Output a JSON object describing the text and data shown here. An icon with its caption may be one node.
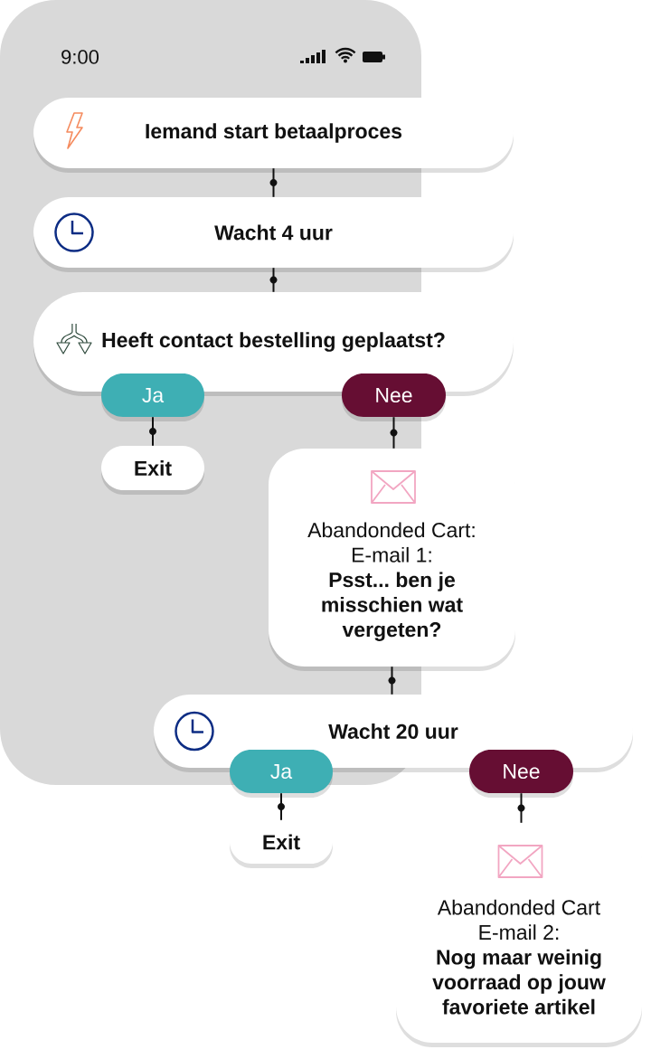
{
  "diagram": {
    "nodes": [
      {
        "text": [
          "Iemand start betaalproces"
        ]
      },
      {
        "text": [
          "Wacht 4 uur"
        ]
      },
      {
        "text": [
          "Heeft contact bestelling geplaatst?"
        ]
      },
      {
        "text": [
          "Ja"
        ]
      },
      {
        "text": [
          "Nee"
        ]
      },
      {
        "text": [
          "Exit"
        ]
      },
      {
        "text": [
          "Abandonded Cart: E-mail 1:",
          "Psst... ben je misschien wat vergeten?"
        ]
      },
      {
        "text": [
          "Wacht 20 uur"
        ]
      },
      {
        "text": [
          "Ja"
        ]
      },
      {
        "text": [
          "Nee"
        ]
      },
      {
        "text": [
          "Exit"
        ]
      },
      {
        "text": [
          "Abandonded Cart E-mail 2:",
          "Nog maar weinig voorraad op jouw favoriete artikel"
        ]
      }
    ],
    "edges": [
      {
        "from": 0,
        "to": 1,
        "arrow": "none"
      },
      {
        "from": 1,
        "to": 2,
        "arrow": "none"
      },
      {
        "from": 3,
        "to": 5,
        "arrow": "none"
      },
      {
        "from": 4,
        "to": 6,
        "arrow": "none"
      },
      {
        "from": 6,
        "to": 7,
        "arrow": "none"
      },
      {
        "from": 8,
        "to": 10,
        "arrow": "none"
      },
      {
        "from": 9,
        "to": 11,
        "arrow": "none"
      }
    ],
    "labels": [
      "9:00"
    ]
  }
}
